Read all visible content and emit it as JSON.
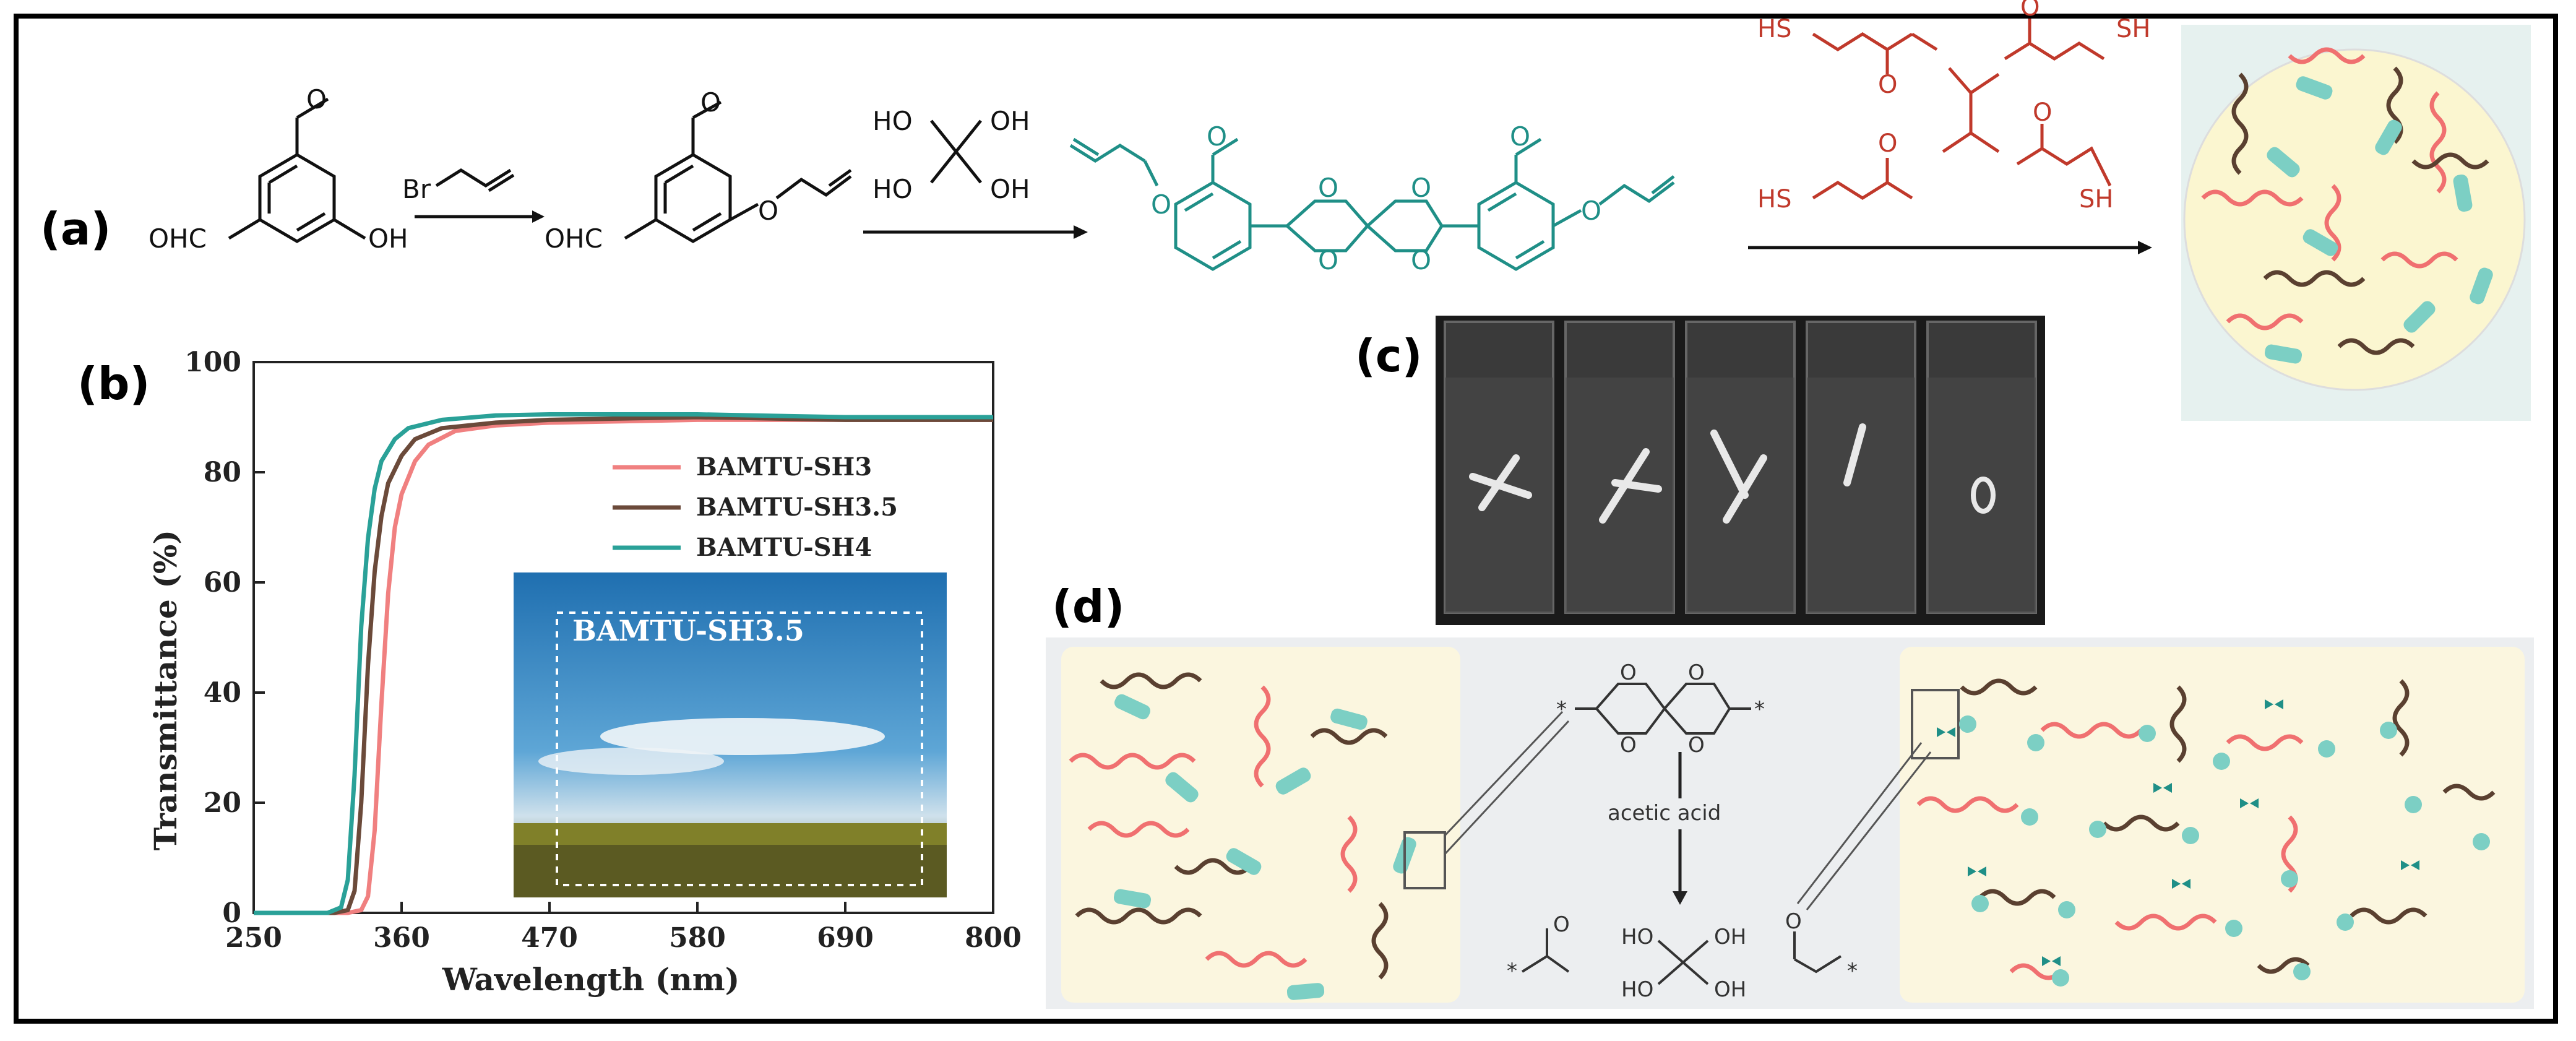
{
  "panels": {
    "a": "(a)",
    "b": "(b)",
    "c": "(c)",
    "d": "(d)"
  },
  "scheme_a": {
    "vanillin_ohc": "OHC",
    "vanillin_oh": "OH",
    "reagent_br": "Br",
    "product_ohc": "OHC",
    "penta_ho1": "HO",
    "penta_oh1": "OH",
    "penta_ho2": "HO",
    "penta_oh2": "OH",
    "o": "O",
    "sh": "SH",
    "hs": "HS"
  },
  "chart_data": {
    "type": "line",
    "xlabel": "Wavelength (nm)",
    "ylabel": "Transmittance (%)",
    "xlim": [
      250,
      800
    ],
    "ylim": [
      0,
      100
    ],
    "xticks": [
      "250",
      "360",
      "470",
      "580",
      "690",
      "800"
    ],
    "yticks": [
      "0",
      "20",
      "40",
      "60",
      "80",
      "100"
    ],
    "legend_position": "top-right",
    "series": [
      {
        "name": "BAMTU-SH3",
        "color": "#f08080",
        "x": [
          250,
          320,
          330,
          335,
          340,
          345,
          350,
          355,
          360,
          370,
          380,
          400,
          430,
          470,
          580,
          690,
          800
        ],
        "y": [
          0,
          0,
          0.5,
          3,
          15,
          38,
          58,
          70,
          76,
          82,
          85,
          87.5,
          88.5,
          89,
          89.5,
          89.5,
          89.5
        ]
      },
      {
        "name": "BAMTU-SH3.5",
        "color": "#6b4a3a",
        "x": [
          250,
          310,
          320,
          325,
          330,
          335,
          340,
          345,
          350,
          360,
          370,
          390,
          430,
          470,
          580,
          690,
          800
        ],
        "y": [
          0,
          0,
          0.5,
          4,
          20,
          45,
          62,
          72,
          78,
          83,
          86,
          88,
          89,
          89.5,
          90,
          89.5,
          89.5
        ]
      },
      {
        "name": "BAMTU-SH4",
        "color": "#2aa198",
        "x": [
          250,
          305,
          315,
          320,
          325,
          330,
          335,
          340,
          345,
          355,
          365,
          390,
          430,
          470,
          580,
          690,
          800
        ],
        "y": [
          0,
          0,
          1,
          6,
          25,
          52,
          68,
          77,
          82,
          86,
          88,
          89.5,
          90.3,
          90.5,
          90.5,
          90,
          90
        ]
      }
    ],
    "inset_label": "BAMTU-SH3.5"
  },
  "scheme_d": {
    "acid_label": "acetic acid",
    "star": "*",
    "ho": "HO",
    "oh": "OH",
    "o": "O"
  },
  "colors": {
    "teal": "#1f8f87",
    "red": "#c0392b",
    "network_red": "#f07070",
    "network_brown": "#5a4030",
    "cream": "#fbf6df"
  }
}
